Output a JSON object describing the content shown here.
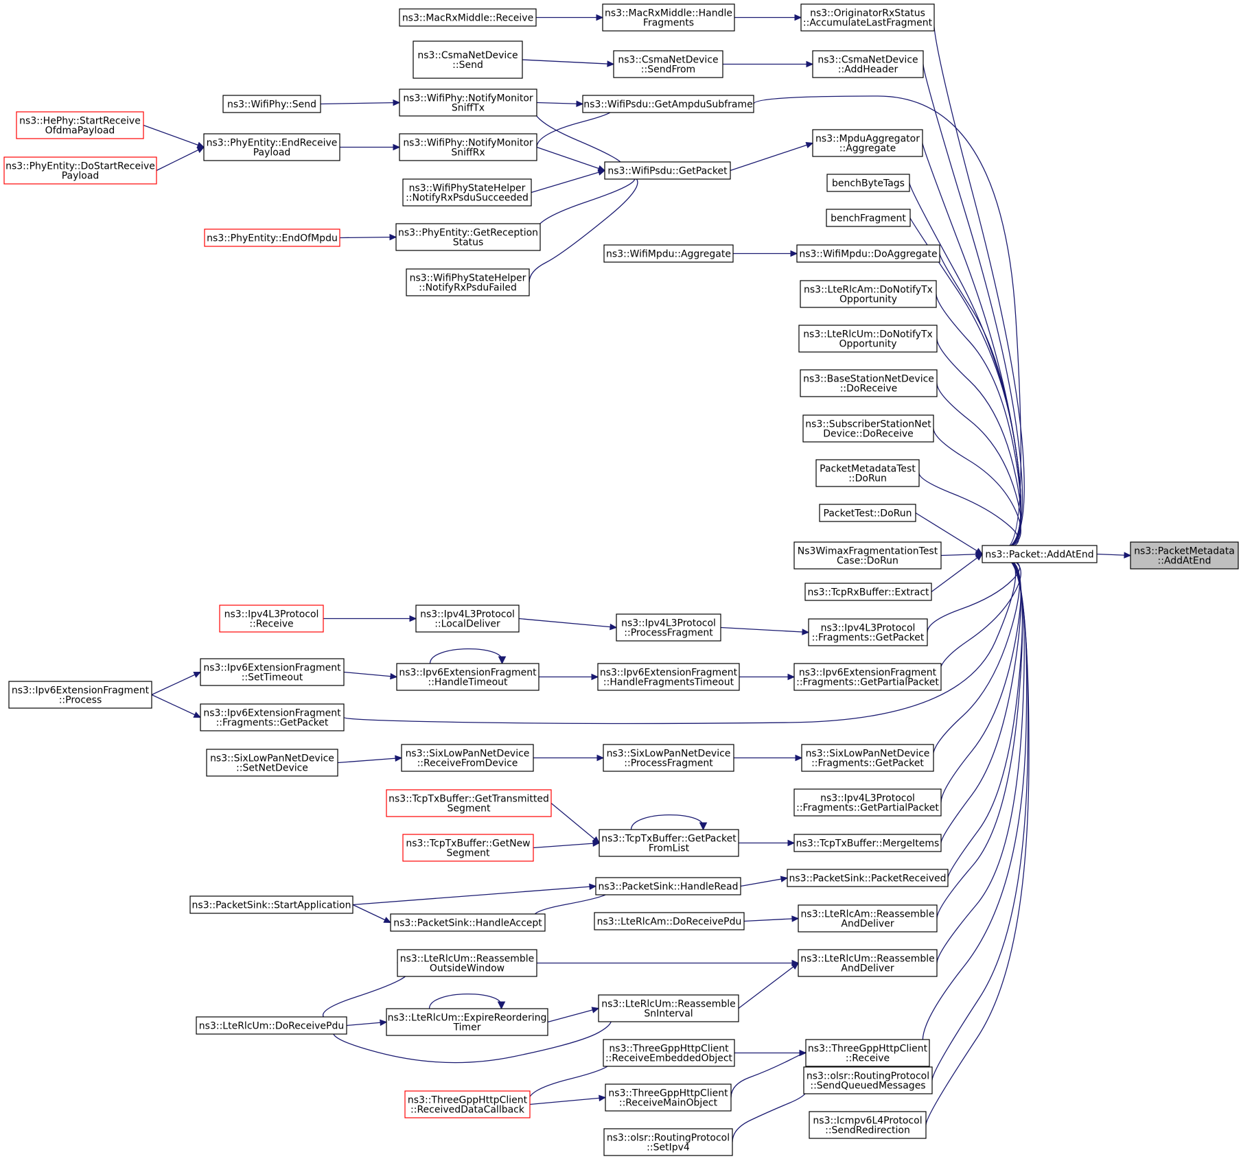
{
  "colors": {
    "edge": "#191970",
    "truncated_border": "#ff0000",
    "focus_fill": "#bfbfbf"
  },
  "nodes": [
    {
      "id": "target",
      "lines": [
        "ns3::PacketMetadata",
        "::AddAtEnd"
      ],
      "focus": true
    },
    {
      "id": "addatend",
      "lines": [
        "ns3::Packet::AddAtEnd"
      ]
    },
    {
      "id": "origacc",
      "lines": [
        "ns3::OriginatorRxStatus",
        "::AccumulateLastFragment"
      ]
    },
    {
      "id": "macrxhandle",
      "lines": [
        "ns3::MacRxMiddle::Handle",
        "Fragments"
      ]
    },
    {
      "id": "macrxrecv",
      "lines": [
        "ns3::MacRxMiddle::Receive"
      ]
    },
    {
      "id": "csmaaddheader",
      "lines": [
        "ns3::CsmaNetDevice",
        "::AddHeader"
      ]
    },
    {
      "id": "csmasendfrom",
      "lines": [
        "ns3::CsmaNetDevice",
        "::SendFrom"
      ]
    },
    {
      "id": "csmasend",
      "lines": [
        "ns3::CsmaNetDevice",
        "::Send"
      ]
    },
    {
      "id": "getampdu",
      "lines": [
        "ns3::WifiPsdu::GetAmpduSubframe"
      ]
    },
    {
      "id": "sniffTx",
      "lines": [
        "ns3::WifiPhy::NotifyMonitor",
        "SniffTx"
      ]
    },
    {
      "id": "wifisend",
      "lines": [
        "ns3::WifiPhy::Send"
      ]
    },
    {
      "id": "mpduagg",
      "lines": [
        "ns3::MpduAggregator",
        "::Aggregate"
      ]
    },
    {
      "id": "psdugetpacket",
      "lines": [
        "ns3::WifiPsdu::GetPacket"
      ]
    },
    {
      "id": "sniffRx",
      "lines": [
        "ns3::WifiPhy::NotifyMonitor",
        "SniffRx"
      ]
    },
    {
      "id": "endrecv",
      "lines": [
        "ns3::PhyEntity::EndReceive",
        "Payload"
      ]
    },
    {
      "id": "hestart",
      "lines": [
        "ns3::HePhy::StartReceive",
        "OfdmaPayload"
      ],
      "trunc": true
    },
    {
      "id": "dostart",
      "lines": [
        "ns3::PhyEntity::DoStartReceive",
        "Payload"
      ],
      "trunc": true
    },
    {
      "id": "rxsucc",
      "lines": [
        "ns3::WifiPhyStateHelper",
        "::NotifyRxPsduSucceeded"
      ]
    },
    {
      "id": "getrecstatus",
      "lines": [
        "ns3::PhyEntity::GetReception",
        "Status"
      ]
    },
    {
      "id": "endofmpdu",
      "lines": [
        "ns3::PhyEntity::EndOfMpdu"
      ],
      "trunc": true
    },
    {
      "id": "rxfailed",
      "lines": [
        "ns3::WifiPhyStateHelper",
        "::NotifyRxPsduFailed"
      ]
    },
    {
      "id": "benchbyte",
      "lines": [
        "benchByteTags"
      ]
    },
    {
      "id": "benchfrag",
      "lines": [
        "benchFragment"
      ]
    },
    {
      "id": "doagg",
      "lines": [
        "ns3::WifiMpdu::DoAggregate"
      ]
    },
    {
      "id": "mpduaggregate",
      "lines": [
        "ns3::WifiMpdu::Aggregate"
      ]
    },
    {
      "id": "lteamtx",
      "lines": [
        "ns3::LteRlcAm::DoNotifyTx",
        "Opportunity"
      ]
    },
    {
      "id": "lteumtx",
      "lines": [
        "ns3::LteRlcUm::DoNotifyTx",
        "Opportunity"
      ]
    },
    {
      "id": "bsrecv",
      "lines": [
        "ns3::BaseStationNetDevice",
        "::DoReceive"
      ]
    },
    {
      "id": "ssrecv",
      "lines": [
        "ns3::SubscriberStationNet",
        "Device::DoReceive"
      ]
    },
    {
      "id": "pmtest",
      "lines": [
        "PacketMetadataTest",
        "::DoRun"
      ]
    },
    {
      "id": "ptest",
      "lines": [
        "PacketTest::DoRun"
      ]
    },
    {
      "id": "wimaxtest",
      "lines": [
        "Ns3WimaxFragmentationTest",
        "Case::DoRun"
      ]
    },
    {
      "id": "tcprx",
      "lines": [
        "ns3::TcpRxBuffer::Extract"
      ]
    },
    {
      "id": "ipv4fraggp",
      "lines": [
        "ns3::Ipv4L3Protocol",
        "::Fragments::GetPacket"
      ]
    },
    {
      "id": "ipv4procfrag",
      "lines": [
        "ns3::Ipv4L3Protocol",
        "::ProcessFragment"
      ]
    },
    {
      "id": "ipv4local",
      "lines": [
        "ns3::Ipv4L3Protocol",
        "::LocalDeliver"
      ]
    },
    {
      "id": "ipv4recv",
      "lines": [
        "ns3::Ipv4L3Protocol",
        "::Receive"
      ],
      "trunc": true
    },
    {
      "id": "ipv6fraggpp",
      "lines": [
        "ns3::Ipv6ExtensionFragment",
        "::Fragments::GetPartialPacket"
      ]
    },
    {
      "id": "ipv6hft",
      "lines": [
        "ns3::Ipv6ExtensionFragment",
        "::HandleFragmentsTimeout"
      ]
    },
    {
      "id": "ipv6ht",
      "lines": [
        "ns3::Ipv6ExtensionFragment",
        "::HandleTimeout"
      ]
    },
    {
      "id": "ipv6settimeout",
      "lines": [
        "ns3::Ipv6ExtensionFragment",
        "::SetTimeout"
      ]
    },
    {
      "id": "ipv6process",
      "lines": [
        "ns3::Ipv6ExtensionFragment",
        "::Process"
      ]
    },
    {
      "id": "ipv6fraggp",
      "lines": [
        "ns3::Ipv6ExtensionFragment",
        "::Fragments::GetPacket"
      ]
    },
    {
      "id": "sixfraggp",
      "lines": [
        "ns3::SixLowPanNetDevice",
        "::Fragments::GetPacket"
      ]
    },
    {
      "id": "sixprocfrag",
      "lines": [
        "ns3::SixLowPanNetDevice",
        "::ProcessFragment"
      ]
    },
    {
      "id": "sixrecvfd",
      "lines": [
        "ns3::SixLowPanNetDevice",
        "::ReceiveFromDevice"
      ]
    },
    {
      "id": "sixsetnd",
      "lines": [
        "ns3::SixLowPanNetDevice",
        "::SetNetDevice"
      ]
    },
    {
      "id": "ipv4fraggpp",
      "lines": [
        "ns3::Ipv4L3Protocol",
        "::Fragments::GetPartialPacket"
      ]
    },
    {
      "id": "tcpmerge",
      "lines": [
        "ns3::TcpTxBuffer::MergeItems"
      ]
    },
    {
      "id": "tcpgpfl",
      "lines": [
        "ns3::TcpTxBuffer::GetPacket",
        "FromList"
      ]
    },
    {
      "id": "tcpgts",
      "lines": [
        "ns3::TcpTxBuffer::GetTransmitted",
        "Segment"
      ],
      "trunc": true
    },
    {
      "id": "tcpgns",
      "lines": [
        "ns3::TcpTxBuffer::GetNew",
        "Segment"
      ],
      "trunc": true
    },
    {
      "id": "psrecv",
      "lines": [
        "ns3::PacketSink::PacketReceived"
      ]
    },
    {
      "id": "pshandleread",
      "lines": [
        "ns3::PacketSink::HandleRead"
      ]
    },
    {
      "id": "psstart",
      "lines": [
        "ns3::PacketSink::StartApplication"
      ]
    },
    {
      "id": "pshandleaccept",
      "lines": [
        "ns3::PacketSink::HandleAccept"
      ]
    },
    {
      "id": "lteamreass",
      "lines": [
        "ns3::LteRlcAm::Reassemble",
        "AndDeliver"
      ]
    },
    {
      "id": "lteamdorecv",
      "lines": [
        "ns3::LteRlcAm::DoReceivePdu"
      ]
    },
    {
      "id": "lteumreass",
      "lines": [
        "ns3::LteRlcUm::Reassemble",
        "AndDeliver"
      ]
    },
    {
      "id": "lteumreow",
      "lines": [
        "ns3::LteRlcUm::Reassemble",
        "OutsideWindow"
      ]
    },
    {
      "id": "lteumdorecv",
      "lines": [
        "ns3::LteRlcUm::DoReceivePdu"
      ]
    },
    {
      "id": "lteumexpire",
      "lines": [
        "ns3::LteRlcUm::ExpireReordering",
        "Timer"
      ]
    },
    {
      "id": "lteumsnint",
      "lines": [
        "ns3::LteRlcUm::Reassemble",
        "SnInterval"
      ]
    },
    {
      "id": "httprecv",
      "lines": [
        "ns3::ThreeGppHttpClient",
        "::Receive"
      ]
    },
    {
      "id": "httpembed",
      "lines": [
        "ns3::ThreeGppHttpClient",
        "::ReceiveEmbeddedObject"
      ]
    },
    {
      "id": "httpcb",
      "lines": [
        "ns3::ThreeGppHttpClient",
        "::ReceivedDataCallback"
      ],
      "trunc": true
    },
    {
      "id": "httpmain",
      "lines": [
        "ns3::ThreeGppHttpClient",
        "::ReceiveMainObject"
      ]
    },
    {
      "id": "olsrsend",
      "lines": [
        "ns3::olsr::RoutingProtocol",
        "::SendQueuedMessages"
      ]
    },
    {
      "id": "olsrset",
      "lines": [
        "ns3::olsr::RoutingProtocol",
        "::SetIpv4"
      ]
    },
    {
      "id": "icmpredir",
      "lines": [
        "ns3::Icmpv6L4Protocol",
        "::SendRedirection"
      ]
    }
  ]
}
